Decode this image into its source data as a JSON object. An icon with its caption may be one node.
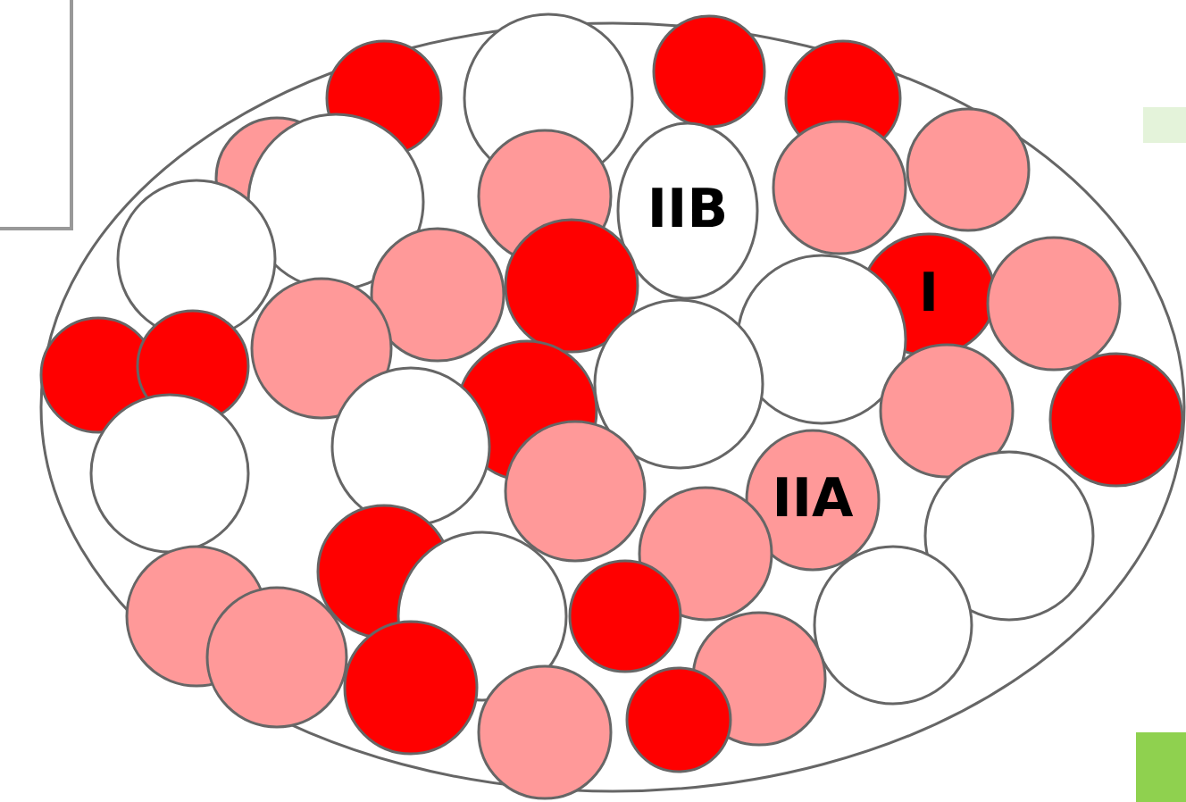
{
  "diagram": {
    "nodes": [
      {
        "text": [],
        "shape": "ellipse"
      },
      {
        "text": [],
        "shape": "circle",
        "in": 0
      },
      {
        "text": [],
        "shape": "circle",
        "in": 0
      },
      {
        "text": [],
        "shape": "circle",
        "in": 0
      },
      {
        "text": [],
        "shape": "circle",
        "in": 0
      },
      {
        "text": [],
        "shape": "circle",
        "in": 0
      },
      {
        "text": [],
        "shape": "circle",
        "in": 0
      },
      {
        "text": [],
        "shape": "circle",
        "in": 0
      },
      {
        "text": [
          "IIB"
        ],
        "in": 0
      },
      {
        "text": [],
        "shape": "circle",
        "in": 0
      },
      {
        "text": [],
        "shape": "circle",
        "in": 0
      },
      {
        "text": [],
        "shape": "circle",
        "in": 0
      },
      {
        "text": [],
        "shape": "circle",
        "in": 0
      },
      {
        "text": [],
        "shape": "circle",
        "in": 0
      },
      {
        "text": [
          "I"
        ],
        "in": 0
      },
      {
        "text": [],
        "shape": "circle",
        "in": 0
      },
      {
        "text": [],
        "shape": "circle",
        "in": 0
      },
      {
        "text": [],
        "shape": "circle",
        "in": 0
      },
      {
        "text": [],
        "shape": "circle",
        "in": 0
      },
      {
        "text": [],
        "shape": "circle",
        "in": 0
      },
      {
        "text": [],
        "shape": "circle",
        "in": 0
      },
      {
        "text": [],
        "shape": "circle",
        "in": 0
      },
      {
        "text": [],
        "shape": "circle",
        "in": 0
      },
      {
        "text": [],
        "shape": "circle",
        "in": 0
      },
      {
        "text": [],
        "shape": "circle",
        "in": 0
      },
      {
        "text": [],
        "shape": "circle",
        "in": 0
      },
      {
        "text": [
          "IIA"
        ],
        "in": 0
      },
      {
        "text": [],
        "shape": "circle",
        "in": 0
      },
      {
        "text": [],
        "shape": "circle",
        "in": 0
      },
      {
        "text": [],
        "shape": "circle",
        "in": 0
      },
      {
        "text": [],
        "shape": "circle",
        "in": 0
      },
      {
        "text": [],
        "shape": "circle",
        "in": 0
      },
      {
        "text": [],
        "shape": "circle",
        "in": 0
      },
      {
        "text": [],
        "shape": "circle",
        "in": 0
      },
      {
        "text": [],
        "shape": "circle",
        "in": 0
      },
      {
        "text": [],
        "shape": "circle",
        "in": 0
      },
      {
        "text": [],
        "shape": "circle",
        "in": 0
      },
      {
        "text": [],
        "shape": "circle",
        "in": 0
      },
      {
        "text": [],
        "shape": "circle",
        "in": 0
      },
      {
        "text": [],
        "shape": "circle",
        "in": 0
      }
    ]
  }
}
